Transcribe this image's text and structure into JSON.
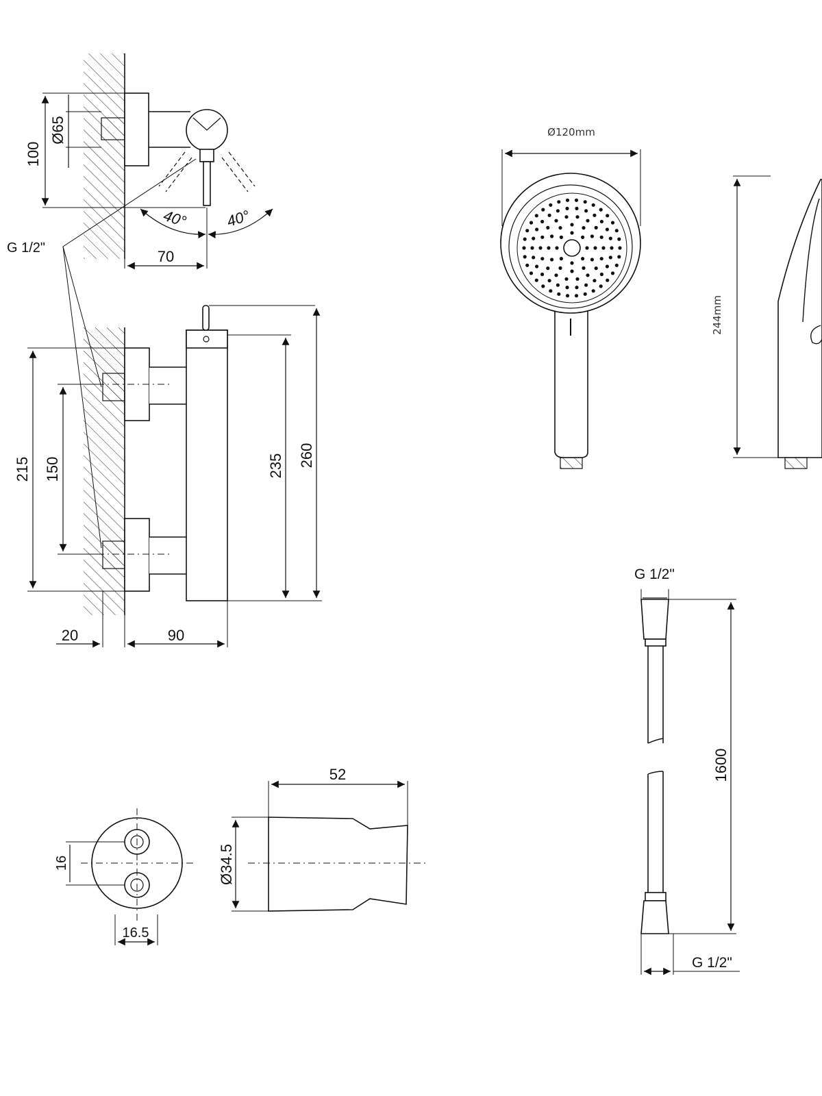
{
  "mixer_top": {
    "dim_height": "100",
    "dim_diameter": "Ø65",
    "angle_left": "40°",
    "angle_right": "40°",
    "dim_depth": "70",
    "thread": "G 1/2\""
  },
  "mixer_front": {
    "dim_overall": "215",
    "dim_centers": "150",
    "dim_body": "235",
    "dim_total": "260",
    "dim_wall": "20",
    "dim_width": "90"
  },
  "holder": {
    "dim_hole_spacing": "16",
    "dim_hole_offset": "16.5",
    "dim_length": "52",
    "dim_diameter": "Ø34.5"
  },
  "hand_shower": {
    "dim_head": "Ø120mm",
    "dim_length": "244mm"
  },
  "hose": {
    "thread_top": "G 1/2\"",
    "dim_length": "1600",
    "thread_bottom": "G 1/2\""
  }
}
